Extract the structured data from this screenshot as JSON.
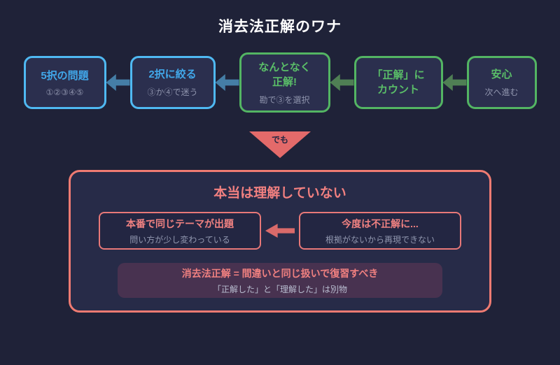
{
  "title": "消去法正解のワナ",
  "flow": {
    "arrow_direction": "left",
    "boxes": [
      {
        "title": "5択の問題",
        "subtitle": "①②③④⑤",
        "color": "blue"
      },
      {
        "title": "2択に絞る",
        "subtitle": "③か④で迷う",
        "color": "blue"
      },
      {
        "title": "なんとなく\n正解!",
        "subtitle": "勘で③を選択",
        "color": "green"
      },
      {
        "title": "「正解」に\nカウント",
        "color": "green"
      },
      {
        "title": "安心",
        "subtitle": "次へ進む",
        "color": "green"
      }
    ]
  },
  "connector": {
    "label": "でも"
  },
  "panel": {
    "title": "本当は理解していない",
    "cards": [
      {
        "title": "本番で同じテーマが出題",
        "subtitle": "問い方が少し変わっている"
      },
      {
        "title": "今度は不正解に...",
        "subtitle": "根拠がないから再現できない"
      }
    ],
    "note": {
      "title": "消去法正解 = 間違いと同じ扱いで復習すべき",
      "subtitle": "「正解した」と「理解した」は別物"
    }
  },
  "colors": {
    "background": "#1f2238",
    "blue": "#4fb9f2",
    "blue_arrow": "#457ea6",
    "green": "#53b563",
    "green_arrow": "#4f7f54",
    "salmon": "#ee7b74",
    "gray_text": "#8f94ad",
    "box_fill": "#2b2f4e",
    "panel_fill": "#272b48",
    "note_fill": "#483250"
  }
}
